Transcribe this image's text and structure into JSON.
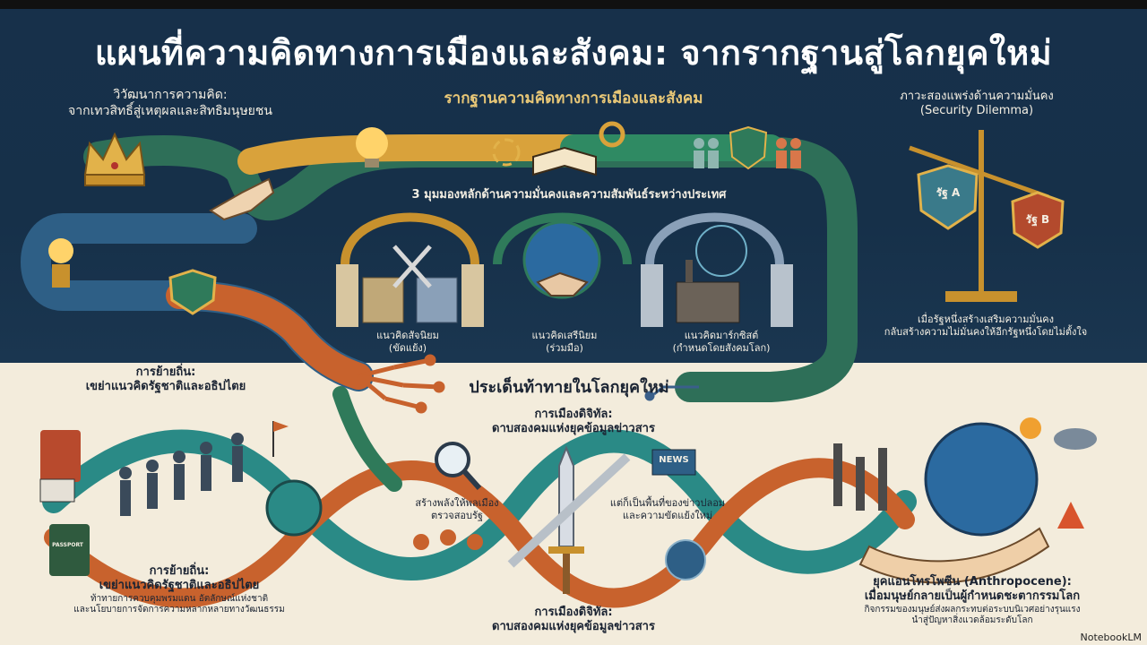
{
  "title": "แผนที่ความคิดทางการเมืองและสังคม: จากรากฐานสู่โลกยุคใหม่",
  "evolution": {
    "title": "วิวัฒนาการความคิด:",
    "subtitle": "จากเทวสิทธิ์สู่เหตุผลและสิทธิมนุษยชน"
  },
  "foundation": {
    "title": "รากฐานความคิดทางการเมืองและสังคม"
  },
  "perspectives": {
    "title": "3 มุมมองหลักด้านความมั่นคงและความสัมพันธ์ระหว่างประเทศ",
    "items": [
      {
        "name": "แนวคิดสัจนิยม",
        "sub": "(ขัดแย้ง)"
      },
      {
        "name": "แนวคิดเสรีนิยม",
        "sub": "(ร่วมมือ)"
      },
      {
        "name": "แนวคิดมาร์กซิสต์",
        "sub": "(กำหนดโดยสังคมโลก)"
      }
    ]
  },
  "dilemma": {
    "title": "ภาวะสองแพร่งด้านความมั่นคง",
    "subtitle": "(Security Dilemma)",
    "state_a": "รัฐ A",
    "state_b": "รัฐ B",
    "desc_1": "เมื่อรัฐหนึ่งสร้างเสริมความมั่นคง",
    "desc_2": "กลับสร้างความไม่มั่นคงให้อีกรัฐหนึ่งโดยไม่ตั้งใจ"
  },
  "challenges": {
    "title": "ประเด็นท้าทายในโลกยุคใหม่"
  },
  "migration_top": {
    "title": "การย้ายถิ่น:",
    "subtitle": "เขย่าแนวคิดรัฐชาติและอธิปไตย"
  },
  "digital_top": {
    "title": "การเมืองดิจิทัล:",
    "subtitle": "ดาบสองคมแห่งยุคข้อมูลข่าวสาร"
  },
  "digital_left": {
    "line1": "สร้างพลังให้พลเมือง",
    "line2": "ตรวจสอบรัฐ"
  },
  "digital_right": {
    "line1": "แต่ก็เป็นพื้นที่ของข่าวปลอม",
    "line2": "และความขัดแย้งใหม่"
  },
  "news_label": "NEWS",
  "passport_label": "PASSPORT",
  "migration_bottom": {
    "title": "การย้ายถิ่น:",
    "subtitle": "เขย่าแนวคิดรัฐชาติและอธิปไตย",
    "desc_1": "ท้าทายการควบคุมพรมแดน อัตลักษณ์แห่งชาติ",
    "desc_2": "และนโยบายการจัดการความหลากหลายทางวัฒนธรรม"
  },
  "digital_bottom": {
    "title": "การเมืองดิจิทัล:",
    "subtitle": "ดาบสองคมแห่งยุคข้อมูลข่าวสาร"
  },
  "anthropocene": {
    "title": "ยุคแอนโทรโพซีน (Anthropocene):",
    "subtitle": "เมื่อมนุษย์กลายเป็นผู้กำหนดชะตากรรมโลก",
    "desc_1": "กิจกรรมของมนุษย์ส่งผลกระทบต่อระบบนิเวศอย่างรุนแรง",
    "desc_2": "นำสู่ปัญหาสิ่งแวดล้อมระดับโลก"
  },
  "watermark": "NotebookLM",
  "colors": {
    "navy": "#17304a",
    "cream": "#f3ecdc",
    "gold": "#e2b24a",
    "green": "#2f7a5a",
    "teal": "#2a8a86",
    "orange": "#c8622d",
    "blue": "#2e5f86"
  }
}
